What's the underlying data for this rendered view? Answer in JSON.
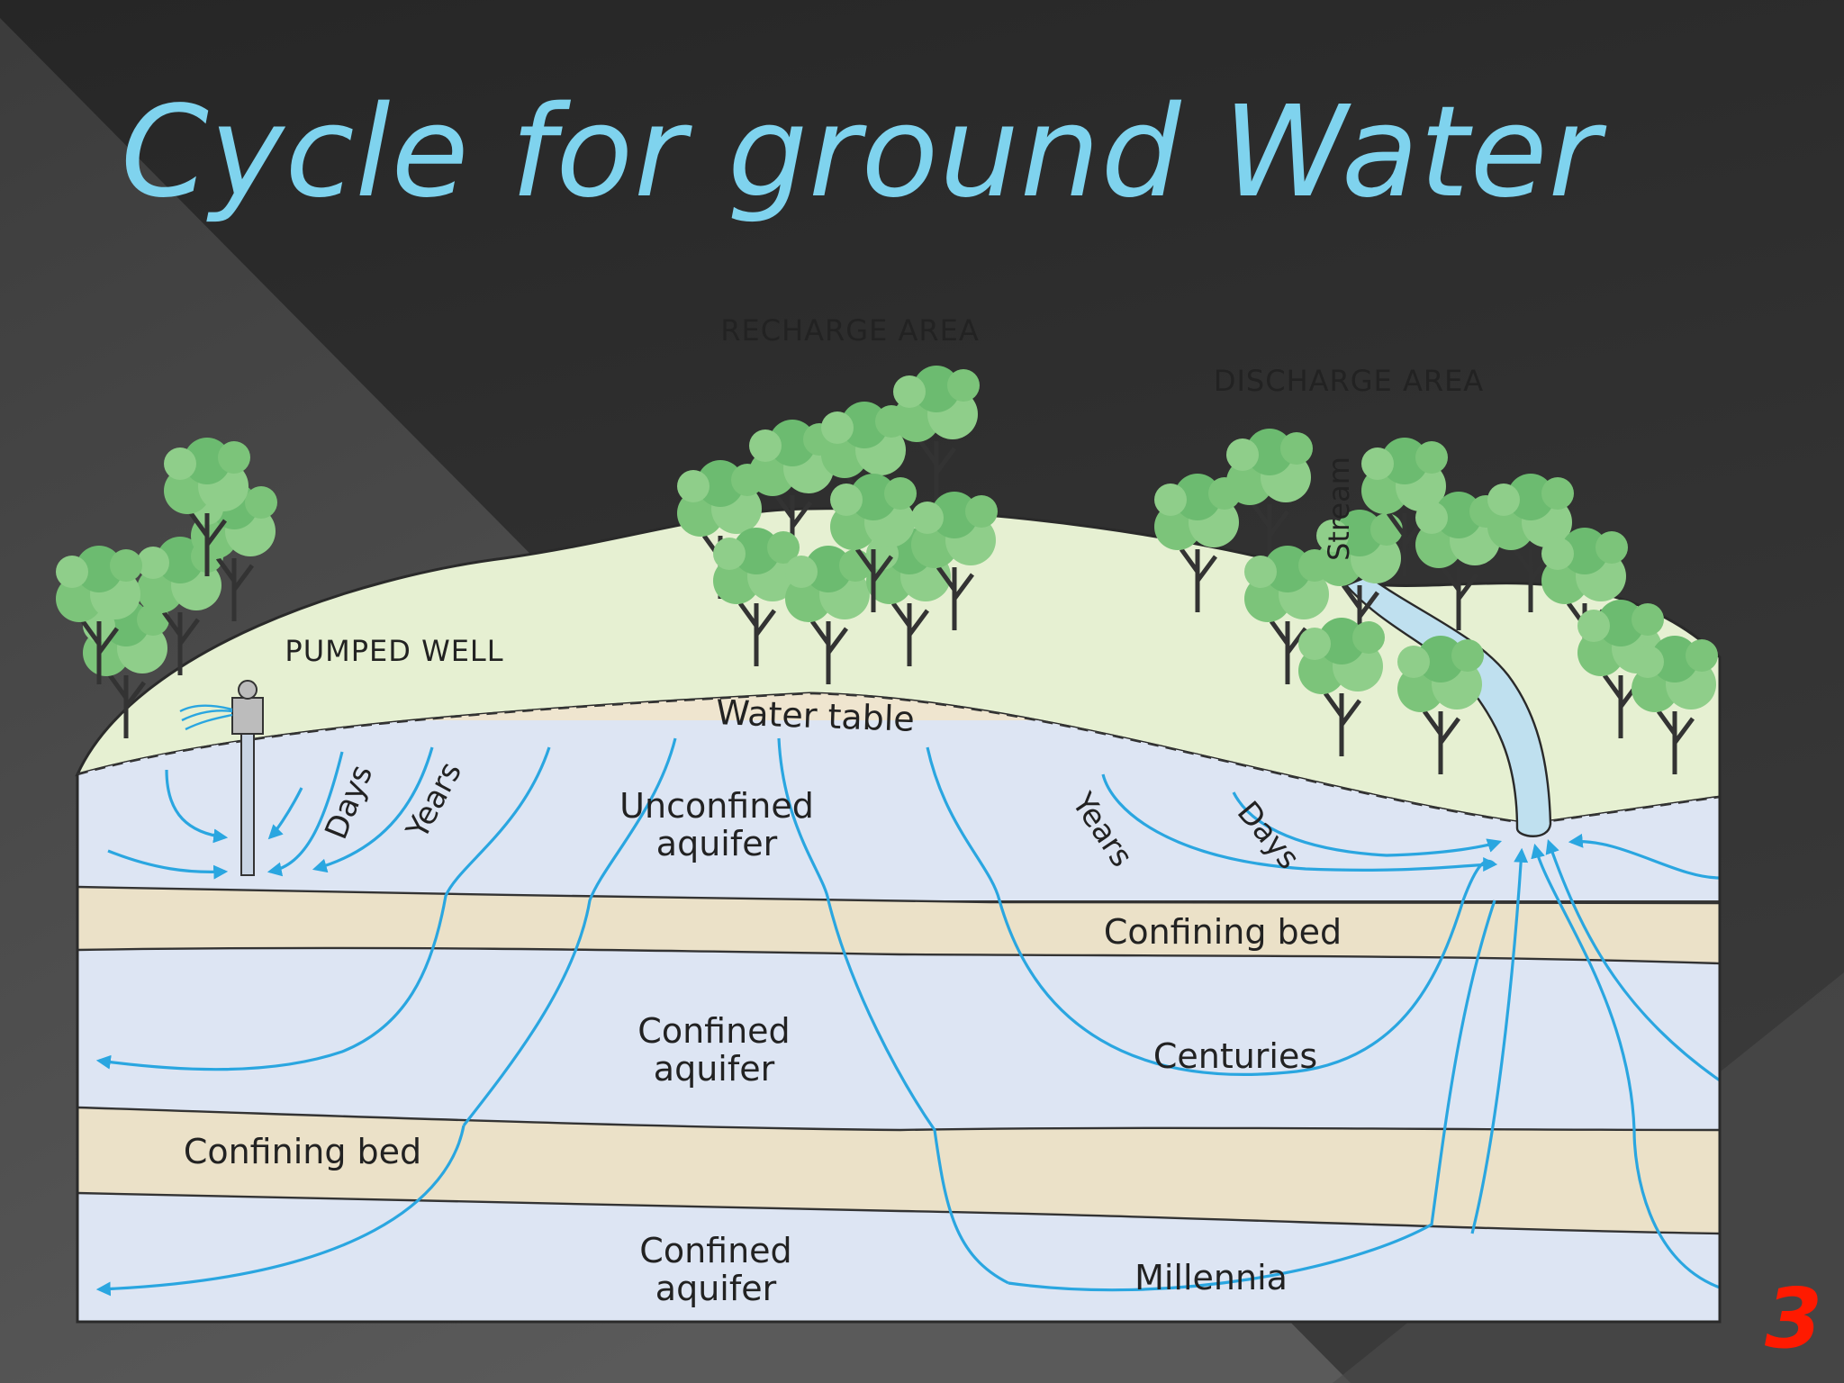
{
  "slide": {
    "title": "Cycle for ground Water",
    "number": "3"
  },
  "labels": {
    "recharge_area": "RECHARGE AREA",
    "discharge_area": "DISCHARGE AREA",
    "pumped_well": "PUMPED WELL",
    "stream": "Stream",
    "water_table": "Water table",
    "unconfined_aquifer_1": "Unconfined",
    "unconfined_aquifer_2": "aquifer",
    "confining_bed_upper": "Confining bed",
    "confined_aquifer_upper_1": "Confined",
    "confined_aquifer_upper_2": "aquifer",
    "confining_bed_lower": "Confining bed",
    "confined_aquifer_lower_1": "Confined",
    "confined_aquifer_lower_2": "aquifer",
    "days_left": "Days",
    "years_left": "Years",
    "years_right": "Years",
    "days_right": "Days",
    "centuries": "Centuries",
    "millennia": "Millennia"
  },
  "colors": {
    "title": "#7fd3ee",
    "slide_number": "#ff1a00",
    "surface": "#e6f0d2",
    "unsaturated": "#efe5cf",
    "aquifer": "#dde5f3",
    "confining_bed": "#ebe1c8",
    "flow_line": "#2aa6e0",
    "tree_light": "#8dc98a",
    "tree_mid": "#6cbb70",
    "stream": "#bfe0ef"
  }
}
